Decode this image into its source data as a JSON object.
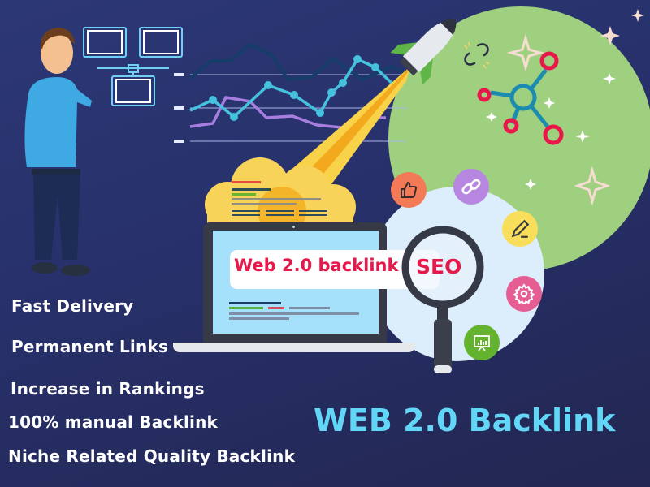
{
  "banner": {
    "headline": "WEB 2.0 Backlink",
    "headline_color": "#62d6f6",
    "background_color": "#28316b"
  },
  "features": [
    {
      "label": "Fast Delivery"
    },
    {
      "label": "Permanent Links"
    },
    {
      "label": "Increase in Rankings"
    },
    {
      "label": "100% manual  Backlink"
    },
    {
      "label": "Niche Related Quality Backlink"
    }
  ],
  "laptop": {
    "search_text": "Web 2.0 backlink",
    "search_text_color": "#e6194b"
  },
  "magnifier": {
    "label": "SEO",
    "label_color": "#e6194b"
  },
  "illustration": {
    "character": "man-pointing",
    "network": "computer-network-icon",
    "chart_lines": [
      "dark-navy-line",
      "cyan-line",
      "purple-line"
    ],
    "rocket": "rocket-icon",
    "cloud": "cloud",
    "planet_color": "#9fd07f",
    "hub_icon": "network-hub-icon",
    "broken_link_icon": "broken-link-icon"
  },
  "badges": [
    {
      "icon": "thumbs-up-icon",
      "color": "#f27a56"
    },
    {
      "icon": "link-icon",
      "color": "#b686e0"
    },
    {
      "icon": "pencil-icon",
      "color": "#f8de5a"
    },
    {
      "icon": "gear-icon",
      "color": "#e55e93"
    },
    {
      "icon": "presentation-chart-icon",
      "color": "#64b32e"
    }
  ]
}
